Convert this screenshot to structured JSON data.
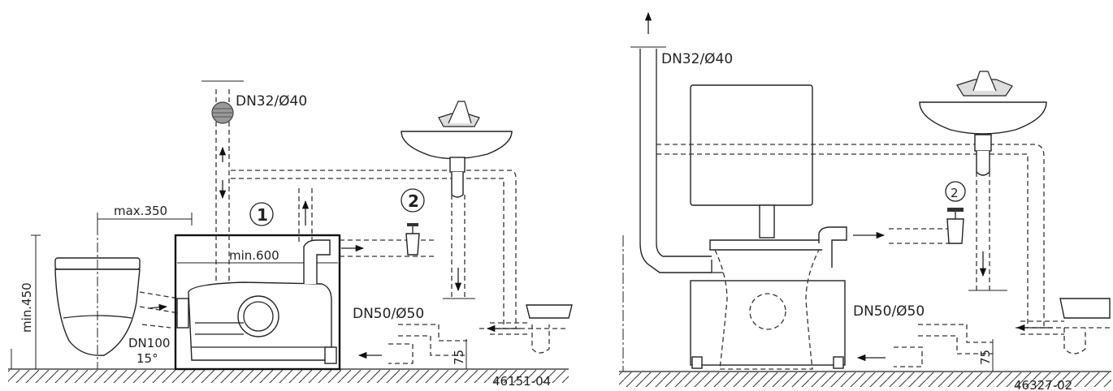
{
  "left_diagram": {
    "pipe_label": "DN32/Ø40",
    "width_label": "max.350",
    "height_label": "min.450",
    "unit_width_label": "min.600",
    "drain_label": "DN50/Ø50",
    "toilet_pipe_label": "DN100",
    "angle_label": "15°",
    "height_dim": "75",
    "marker_1": "1",
    "marker_2": "2",
    "figure_code": "46151-04"
  },
  "right_diagram": {
    "pipe_label": "DN32/Ø40",
    "drain_label": "DN50/Ø50",
    "height_dim": "75",
    "marker_2": "2",
    "figure_code": "46327-02"
  }
}
